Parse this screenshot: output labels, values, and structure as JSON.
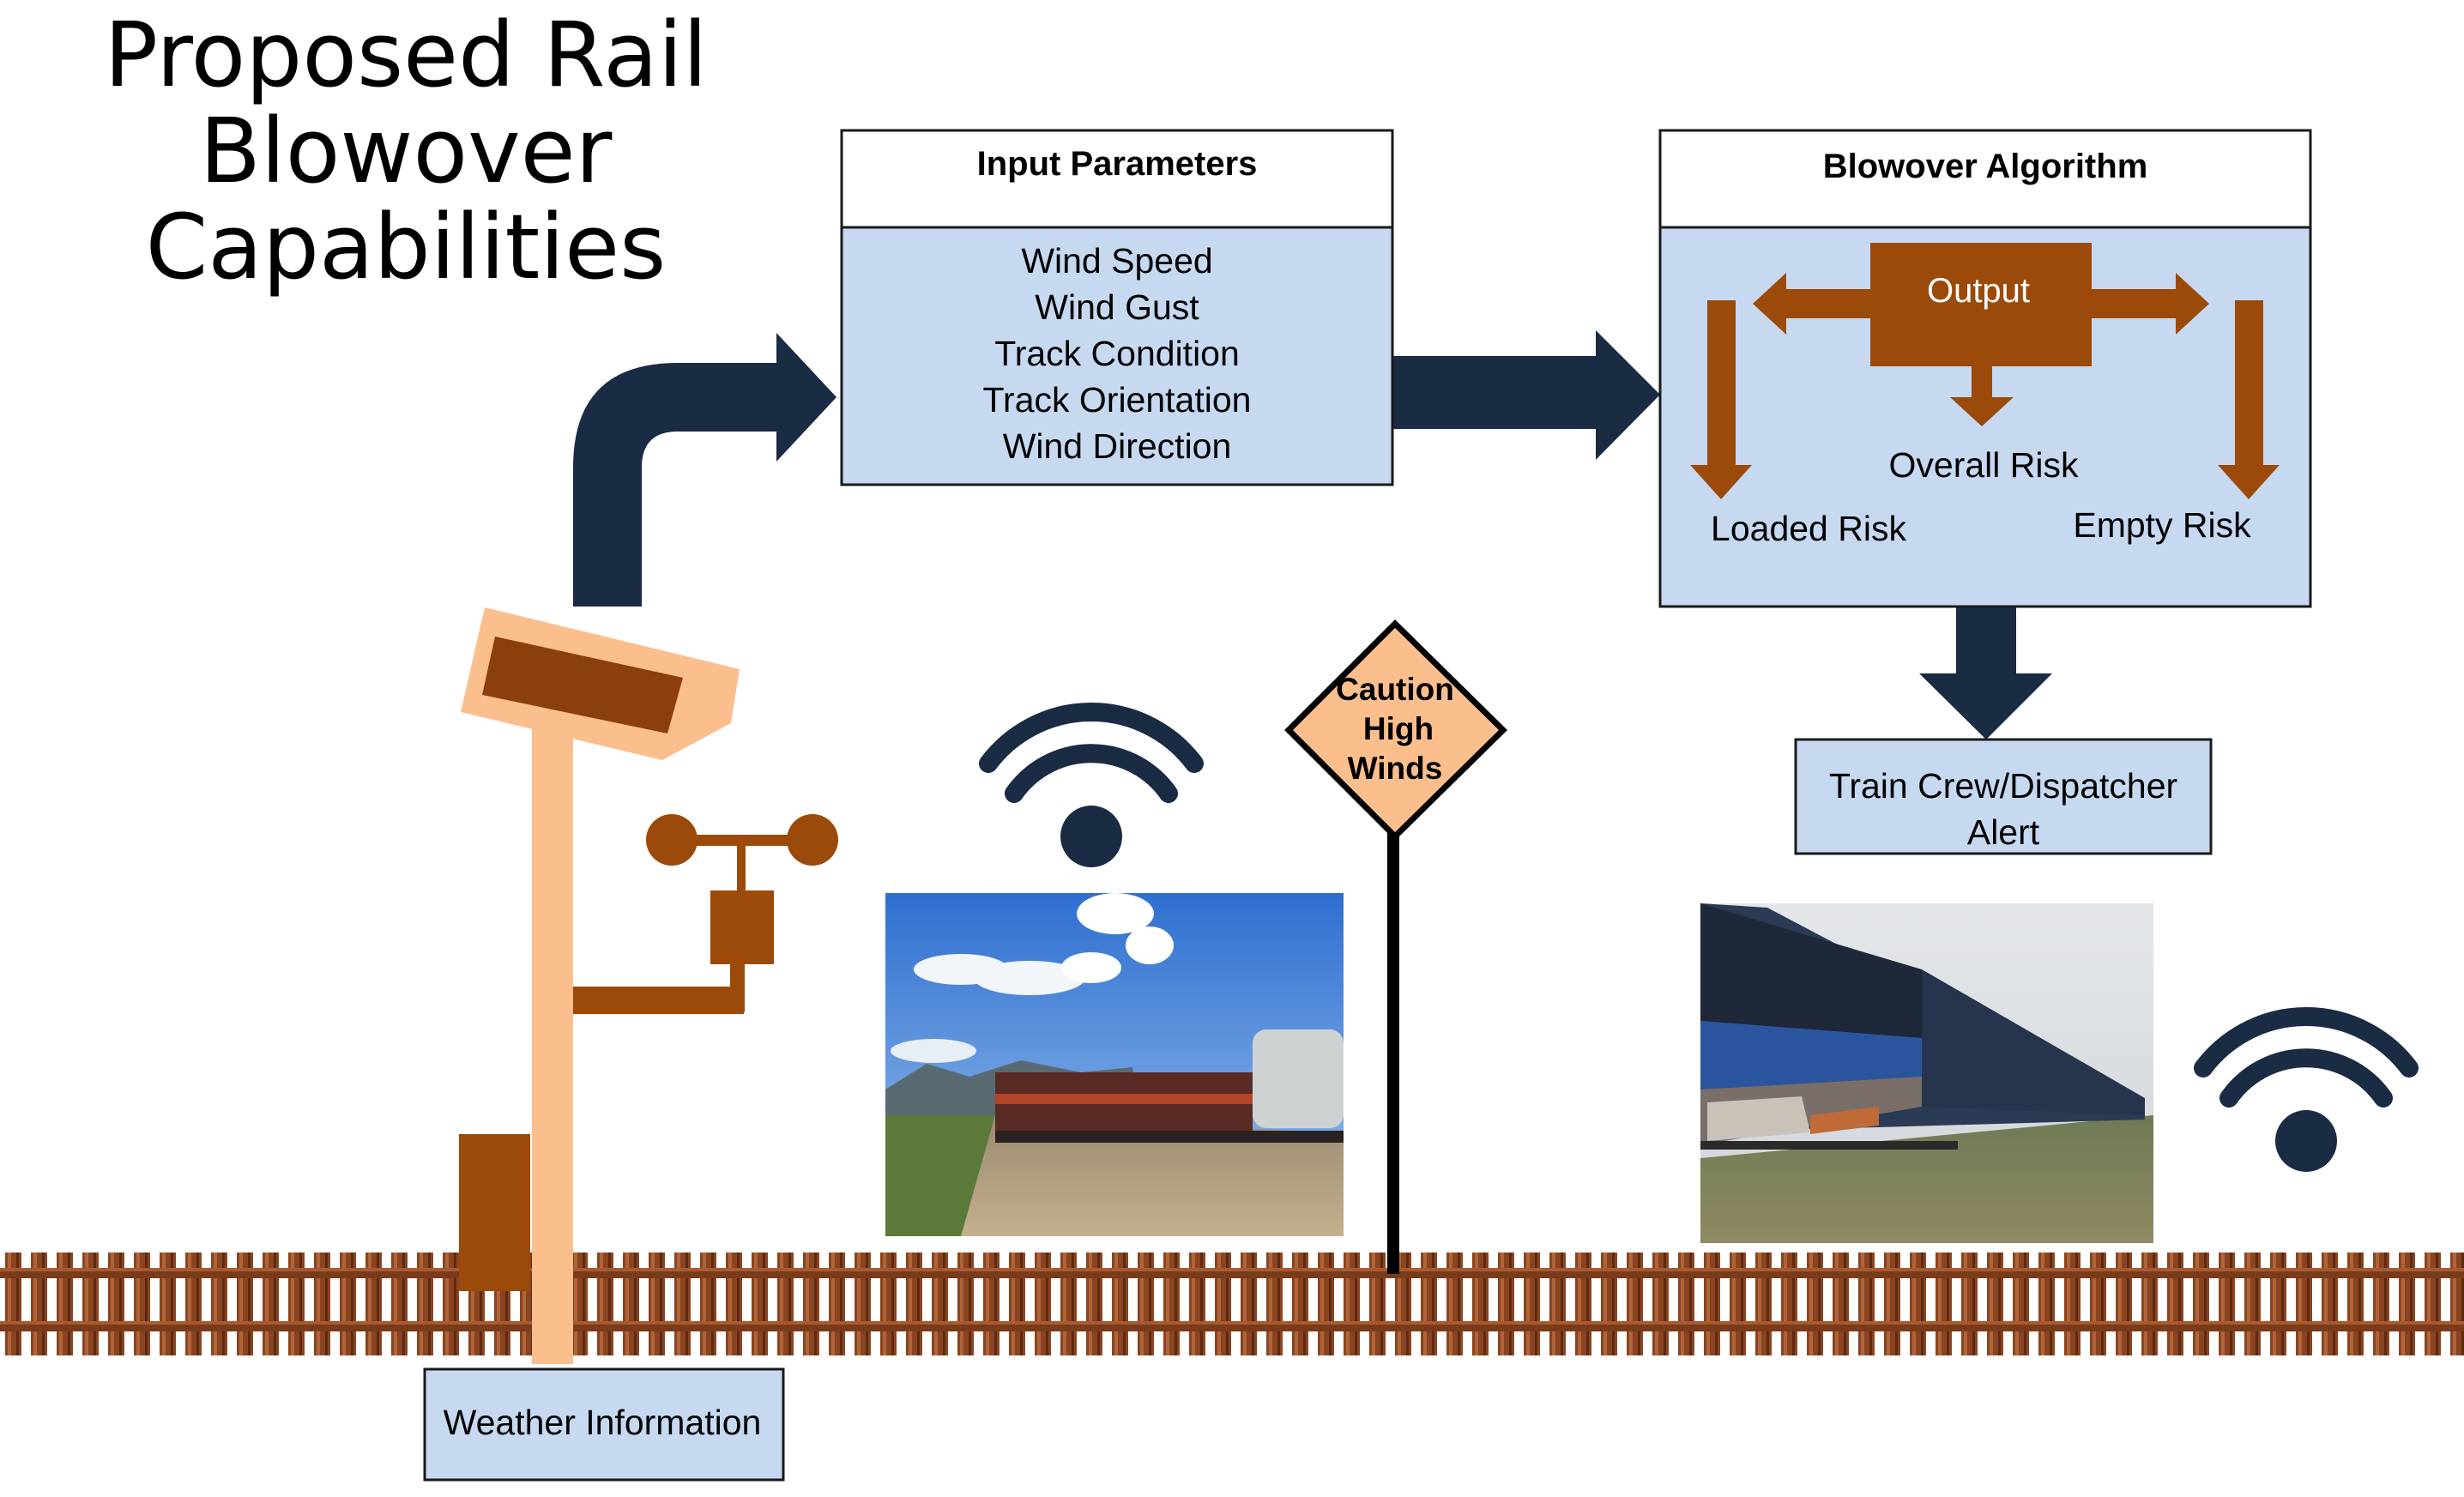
{
  "title": [
    "Proposed Rail",
    "Blowover",
    "Capabilities"
  ],
  "input_parameters": {
    "header": "Input Parameters",
    "items": [
      "Wind Speed",
      "Wind Gust",
      "Track Condition",
      "Track Orientation",
      "Wind Direction"
    ]
  },
  "blowover_algorithm": {
    "header": "Blowover Algorithm",
    "output_label": "Output",
    "overall_risk": "Overall Risk",
    "loaded_risk": "Loaded Risk",
    "empty_risk": "Empty Risk"
  },
  "alert_box": [
    "Train Crew/Dispatcher",
    "Alert"
  ],
  "caution_sign": [
    "Caution",
    "High",
    "Winds"
  ],
  "weather_label": "Weather Information",
  "colors": {
    "navy": "#1a2b44",
    "box_fill": "#c6d9f1",
    "rust": "#9c4a0a",
    "station_peach": "#fbbf8e",
    "sign_fill": "#fbbf8e",
    "rail_brown": "#7a3b1a"
  },
  "icons": [
    "wifi-icon",
    "anemometer-icon",
    "weather-station-icon",
    "caution-sign-icon",
    "railroad-track-icon"
  ],
  "photos": [
    "train-photo-left",
    "train-photo-right"
  ]
}
